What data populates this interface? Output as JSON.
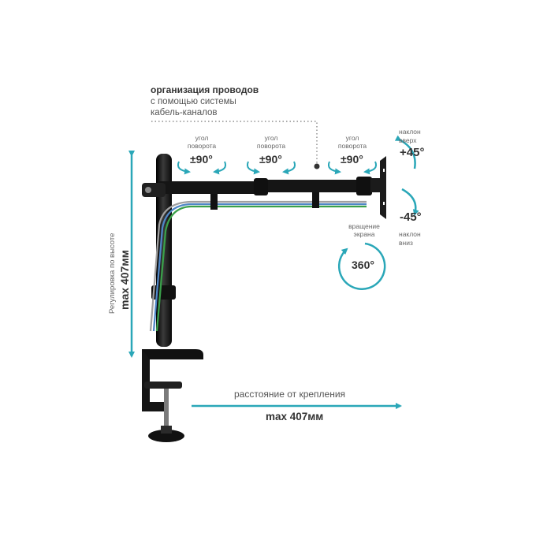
{
  "cable_management": {
    "title": "организация проводов",
    "line1": "с помощью системы",
    "line2": "кабель-каналов"
  },
  "swivels": [
    {
      "caption_line1": "угол",
      "caption_line2": "поворота",
      "value": "±90°"
    },
    {
      "caption_line1": "угол",
      "caption_line2": "поворота",
      "value": "±90°"
    },
    {
      "caption_line1": "угол",
      "caption_line2": "поворота",
      "value": "±90°"
    }
  ],
  "tilt": {
    "up_line1": "наклон",
    "up_line2": "вверх",
    "up_value": "+45°",
    "down_value": "-45°",
    "down_line1": "наклон",
    "down_line2": "вниз"
  },
  "rotation": {
    "caption_line1": "вращение",
    "caption_line2": "экрана",
    "value": "360°"
  },
  "height": {
    "label": "Регулировка по высоте",
    "value": "max 407мм"
  },
  "reach": {
    "label": "расстояние от крепления",
    "value": "max 407мм"
  },
  "colors": {
    "accent": "#2aa7b8",
    "metal": "#1b1b1b",
    "cable_blue": "#4f86c6",
    "cable_green": "#3aa04a",
    "cable_grey": "#a0a0a0"
  }
}
